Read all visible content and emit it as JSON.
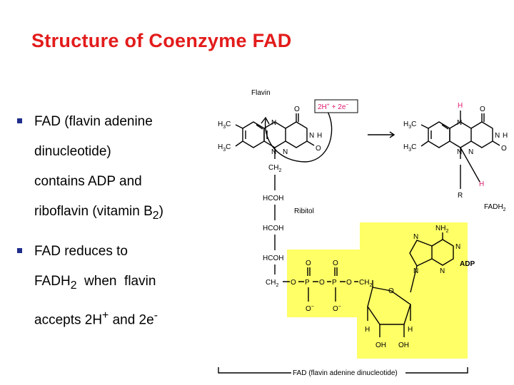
{
  "slide": {
    "title": "Structure of Coenzyme FAD",
    "bullets": [
      {
        "lines": [
          "FAD (flavin adenine",
          "dinucleotide)",
          "contains ADP and"
        ],
        "last_line": {
          "text": "riboflavin (vitamin B",
          "sub": "2",
          "tail": ")"
        }
      },
      {
        "line1": "FAD reduces to",
        "line2": {
          "text": "FADH",
          "sub": "2",
          "tail": "  when  flavin"
        },
        "line3": {
          "a": "accepts 2H",
          "sup1": "+",
          "b": " and 2e",
          "sup2": "-"
        }
      }
    ]
  },
  "figure": {
    "labels": {
      "flavin": "Flavin",
      "hydrogen": "2H",
      "plus_sign": "+",
      "plus": " + ",
      "electrons": "2e",
      "minus_sign": "−",
      "ribitol": "Ribitol",
      "adp": "ADP",
      "fadh": "FADH",
      "fadh_sub": "2",
      "caption": "FAD (flavin adenine dinucleotide)"
    },
    "atoms": {
      "H3C": "H",
      "H3C_sub": "3",
      "H3C_tail": "C",
      "N": "N",
      "O": "O",
      "H": "H",
      "R": "R",
      "CH2": "CH",
      "CH2_sub": "2",
      "HCOH": "HCOH",
      "P": "P",
      "O_minus": "O",
      "NH2": "NH",
      "NH2_sub": "2",
      "OH": "OH"
    },
    "colors": {
      "highlight": "#ffff66",
      "added_hydrogen": "#e01a6e",
      "title": "#e31b1b",
      "bullet": "#1f2d8c"
    }
  }
}
